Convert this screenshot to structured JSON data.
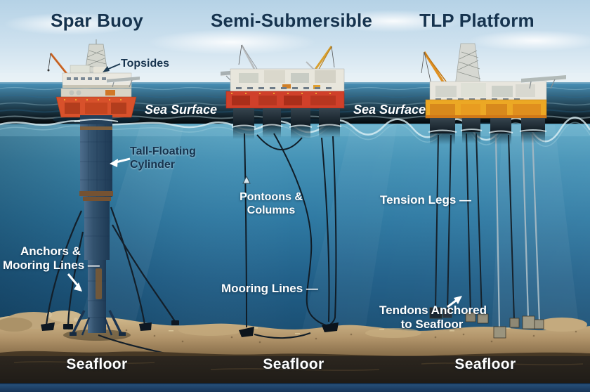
{
  "titles": [
    {
      "label": "Spar Buoy"
    },
    {
      "label": "Semi-Submersible"
    },
    {
      "label": "TLP Platform"
    }
  ],
  "labels": {
    "topsides": "Topsides",
    "sea_surface_left": "Sea Surface",
    "sea_surface_right": "Sea Surface",
    "tall_floating_cylinder": {
      "lines": [
        "Tall-Floating",
        "Cylinder"
      ]
    },
    "pontoons_columns": {
      "lines": [
        "Pontoons &",
        "Columns"
      ]
    },
    "tension_legs": "Tension Legs —",
    "anchors_mooring_lines": {
      "lines": [
        "Anchors &",
        "Mooring Lines —"
      ]
    },
    "mooring_lines": "Mooring Lines —",
    "tendons_anchored": {
      "lines": [
        "Tendons Anchored",
        "to Seafloor"
      ]
    },
    "seafloor_left": "Seafloor",
    "seafloor_center": "Seafloor",
    "seafloor_right": "Seafloor"
  },
  "colors": {
    "sky": "#cfe2ef",
    "sea_surface": "#3a81a9",
    "underwater_shallow": "#5fa9c6",
    "underwater_deep": "#1a4e72",
    "sand": "#c9ae7e",
    "subsoil": "#3a2f1f",
    "bottom_bar": "#1e3f66",
    "title_text": "#16334e",
    "label_text": "#ffffff",
    "spar_hull": "#d8512b",
    "semi_hull": "#d0402a",
    "tlp_hull": "#eca824",
    "steel_cylinder": "#2e4e6c"
  }
}
